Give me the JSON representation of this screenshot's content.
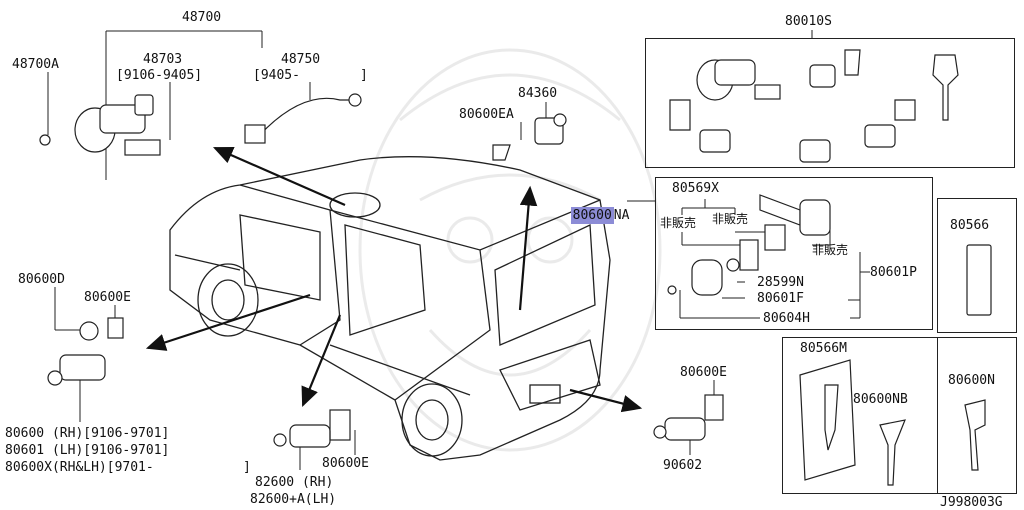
{
  "labels": {
    "p48700": "48700",
    "p48700A": "48700A",
    "p48703": "48703",
    "p48703_range": "[9106-9405]",
    "p48750": "48750",
    "p48750_range": "[9405-",
    "p48750_close": "]",
    "p84360": "84360",
    "p80600EA": "80600EA",
    "p80010S": "80010S",
    "p80600NA_hl": "80600",
    "p80600NA_suffix": "NA",
    "p80569X": "80569X",
    "not_sold_1": "非販売",
    "not_sold_2": "非販売",
    "not_sold_3": "非販売",
    "p28599N": "28599N",
    "p80601F": "80601F",
    "p80604H": "80604H",
    "p80601P": "80601P",
    "p80566": "80566",
    "p80566M": "80566M",
    "p80600NB": "80600NB",
    "p80600N": "80600N",
    "p80600D": "80600D",
    "p80600E_left": "80600E",
    "p80600E_right": "80600E",
    "p80600E_bottom": "80600E",
    "p90602": "90602",
    "p80600_rh": "80600 (RH)[9106-9701]",
    "p80601_lh": "80601 (LH)[9106-9701]",
    "p80600X": "80600X(RH&LH)[9701-",
    "p80600X_close": "]",
    "p82600_rh": "82600 (RH)",
    "p82600A_lh": "82600+A(LH)",
    "diagram_code": "J998003G"
  },
  "colors": {
    "highlight": "#8c8cd6",
    "line": "#222222"
  }
}
